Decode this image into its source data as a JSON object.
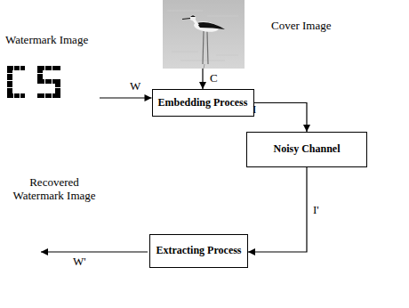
{
  "diagram": {
    "nodes": [
      {
        "text": [
          "Cover Image"
        ]
      },
      {
        "text": [
          "Watermark Image"
        ]
      },
      {
        "text": [
          "Embedding Process"
        ]
      },
      {
        "text": [
          "Noisy Channel"
        ]
      },
      {
        "text": [
          "Extracting Process"
        ]
      }
    ],
    "edges": [
      {
        "from": 0,
        "to": 2,
        "label": "C",
        "arrow": "to"
      },
      {
        "from": 1,
        "to": 2,
        "label": "W",
        "arrow": "to"
      },
      {
        "from": 2,
        "to": 3,
        "label": "I",
        "arrow": "to"
      },
      {
        "from": 3,
        "to": 4,
        "label": "I'",
        "arrow": "to"
      }
    ],
    "labels": [
      "Recovered Watermark Image",
      "W'"
    ]
  }
}
